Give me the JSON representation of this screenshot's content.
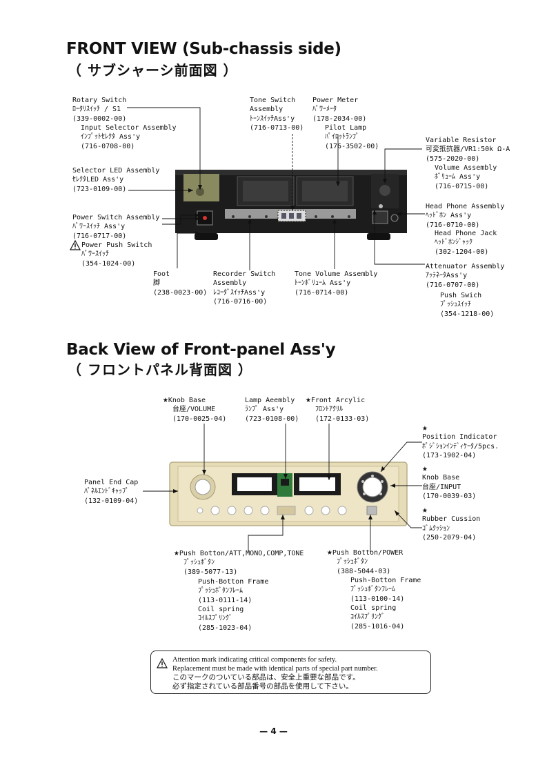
{
  "section1": {
    "title": "FRONT VIEW (Sub-chassis side)",
    "subtitle": "（ サブシャーシ前面図 ）",
    "labels": {
      "rotary": [
        "Rotary Switch",
        "ﾛｰﾀﾘｽｲｯﾁ / S1",
        "(339-0002-00)"
      ],
      "input_selector": [
        "Input Selector Assembly",
        "ｲﾝﾌﾟｯﾄｾﾚｸﾀ Ass'y",
        "(716-0708-00)"
      ],
      "selector_led": [
        "Selector LED Assembly",
        "ｾﾚｸﾀLED Ass'y",
        "(723-0109-00)"
      ],
      "power_switch_asm": [
        "Power Switch Assembly",
        "ﾊﾟﾜｰｽｲｯﾁ Ass'y",
        "(716-0717-00)"
      ],
      "power_push": [
        "Power Push Switch",
        "ﾊﾟﾜｰｽｲｯﾁ",
        "(354-1024-00)"
      ],
      "foot": [
        "Foot",
        "脚",
        "(238-0023-00)"
      ],
      "recorder": [
        "Recorder Switch",
        "Assembly",
        "ﾚｺｰﾀﾞｽｲｯﾁAss'y",
        "(716-0716-00)"
      ],
      "tone_volume": [
        "Tone Volume Assembly",
        "ﾄｰﾝﾎﾞﾘｭｰﾑ Ass'y",
        "(716-0714-00)"
      ],
      "tone_switch": [
        "Tone Switch",
        "Assembly",
        "ﾄｰﾝｽｲｯﾁAss'y",
        "(716-0713-00)"
      ],
      "power_meter": [
        "Power Meter",
        "ﾊﾟﾜｰﾒｰﾀ",
        "(178-2034-00)"
      ],
      "pilot_lamp": [
        "Pilot Lamp",
        "ﾊﾟｲﾛｯﾄﾗﾝﾌﾟ",
        "(176-3502-00)"
      ],
      "var_resistor": [
        "Variable Resistor",
        "可変抵抗器/VR1:50k Ω-A",
        "(575-2020-00)"
      ],
      "volume_asm": [
        "Volume Assembly",
        "ﾎﾞﾘｭｰﾑ Ass'y",
        "(716-0715-00)"
      ],
      "headphone_asm": [
        "Head Phone Assembly",
        "ﾍｯﾄﾞﾎﾝ Ass'y",
        "(716-0710-00)"
      ],
      "headphone_jack": [
        "Head Phone Jack",
        "ﾍｯﾄﾞﾎﾝｼﾞｬｯｸ",
        "(302-1204-00)"
      ],
      "attenuator": [
        "Attenuator Assembly",
        "ｱｯﾃﾈｰﾀAss'y",
        "(716-0707-00)"
      ],
      "push_switch": [
        "Push Swich",
        "ﾌﾟｯｼｭｽｲｯﾁ",
        "(354-1218-00)"
      ]
    }
  },
  "section2": {
    "title": "Back View of Front-panel Ass'y",
    "subtitle": "（ フロントパネル背面図 ）",
    "star": "★",
    "labels": {
      "knob_base_vol": [
        "Knob Base",
        "台座/VOLUME",
        "(170-0025-04)"
      ],
      "lamp_asm": [
        "Lamp Aeembly",
        "ﾗﾝﾌﾟ Ass'y",
        "(723-0108-00)"
      ],
      "front_acrylic": [
        "Front Arcylic",
        "ﾌﾛﾝﾄｱｸﾘﾙ",
        "(172-0133-03)"
      ],
      "position_ind": [
        "Position Indicator",
        "ﾎﾟｼﾞｼｮﾝｲﾝﾃﾞｨｹｰﾀ/5pcs.",
        "(173-1902-04)"
      ],
      "knob_base_in": [
        "Knob Base",
        "台座/INPUT",
        "(170-0039-03)"
      ],
      "rubber": [
        "Rubber Cussion",
        "ｺﾞﾑｸｯｼｮﾝ",
        "(250-2079-04)"
      ],
      "panel_end": [
        "Panel End Cap",
        "ﾊﾟﾈﾙｴﾝﾄﾞｷｬｯﾌﾟ",
        "(132-0109-04)"
      ],
      "push_att": [
        "Push Botton/ATT,MONO,COMP,TONE",
        "ﾌﾟｯｼｭﾎﾞﾀﾝ",
        "(389-5077-13)"
      ],
      "push_frame1": [
        "Push-Botton Frame",
        "ﾌﾟｯｼｭﾎﾞﾀﾝﾌﾚｰﾑ",
        "(113-0111-14)"
      ],
      "coil1": [
        "Coil spring",
        "ｺｲﾙｽﾌﾟﾘﾝｸﾞ",
        "(285-1023-04)"
      ],
      "push_power": [
        "Push Botton/POWER",
        "ﾌﾟｯｼｭﾎﾞﾀﾝ",
        "(388-5044-03)"
      ],
      "push_frame2": [
        "Push-Botton Frame",
        "ﾌﾟｯｼｭﾎﾞﾀﾝﾌﾚｰﾑ",
        "(113-0100-14)"
      ],
      "coil2": [
        "Coil spring",
        "ｺｲﾙｽﾌﾟﾘﾝｸﾞ",
        "(285-1016-04)"
      ]
    }
  },
  "notice": {
    "line1": "Attention mark indicating critical components for safety.",
    "line2": "Replacement must be made with identical parts of special part number.",
    "line3": "このマークのついている部品は、安全上重要な部品です。",
    "line4": "必ず指定されている部品番号の部品を使用して下さい。"
  },
  "page_number": "— 4 —"
}
